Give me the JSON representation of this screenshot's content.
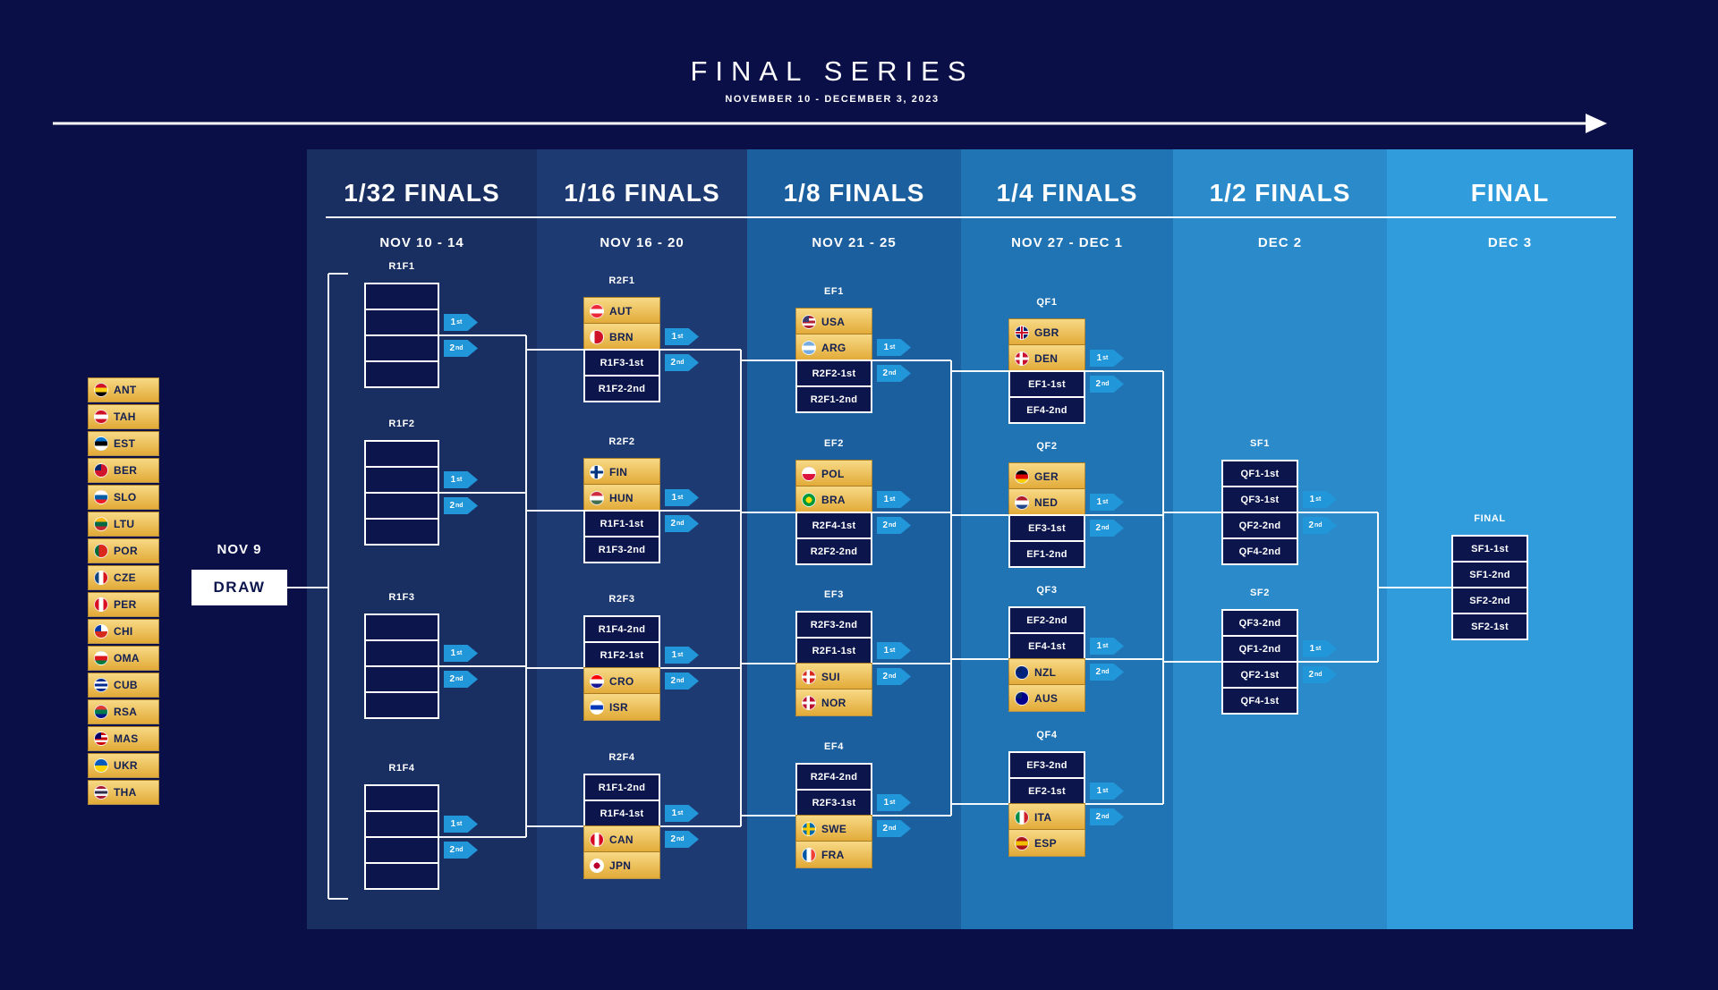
{
  "header": {
    "title": "FINAL SERIES",
    "subtitle": "NOVEMBER 10 - DECEMBER 3, 2023"
  },
  "entry": {
    "date": "NOV 9",
    "label": "DRAW"
  },
  "tags": {
    "first": "1st",
    "second": "2nd"
  },
  "teams": [
    {
      "code": "ANT"
    },
    {
      "code": "TAH"
    },
    {
      "code": "EST"
    },
    {
      "code": "BER"
    },
    {
      "code": "SLO"
    },
    {
      "code": "LTU"
    },
    {
      "code": "POR"
    },
    {
      "code": "CZE"
    },
    {
      "code": "PER"
    },
    {
      "code": "CHI"
    },
    {
      "code": "OMA"
    },
    {
      "code": "CUB"
    },
    {
      "code": "RSA"
    },
    {
      "code": "MAS"
    },
    {
      "code": "UKR"
    },
    {
      "code": "THA"
    }
  ],
  "columns": [
    {
      "label": "1/32 FINALS",
      "dates": "NOV 10 - 14",
      "groups": [
        {
          "id": "R1F1",
          "rows": [
            {},
            {},
            {},
            {}
          ]
        },
        {
          "id": "R1F2",
          "rows": [
            {},
            {},
            {},
            {}
          ]
        },
        {
          "id": "R1F3",
          "rows": [
            {},
            {},
            {},
            {}
          ]
        },
        {
          "id": "R1F4",
          "rows": [
            {},
            {},
            {},
            {}
          ]
        }
      ]
    },
    {
      "label": "1/16 FINALS",
      "dates": "NOV 16 - 20",
      "groups": [
        {
          "id": "R2F1",
          "rows": [
            {
              "team": "AUT"
            },
            {
              "team": "BRN"
            },
            {
              "slot": "R1F3-1st"
            },
            {
              "slot": "R1F2-2nd"
            }
          ]
        },
        {
          "id": "R2F2",
          "rows": [
            {
              "team": "FIN"
            },
            {
              "team": "HUN"
            },
            {
              "slot": "R1F1-1st"
            },
            {
              "slot": "R1F3-2nd"
            }
          ]
        },
        {
          "id": "R2F3",
          "rows": [
            {
              "slot": "R1F4-2nd"
            },
            {
              "slot": "R1F2-1st"
            },
            {
              "team": "CRO"
            },
            {
              "team": "ISR"
            }
          ]
        },
        {
          "id": "R2F4",
          "rows": [
            {
              "slot": "R1F1-2nd"
            },
            {
              "slot": "R1F4-1st"
            },
            {
              "team": "CAN"
            },
            {
              "team": "JPN"
            }
          ]
        }
      ]
    },
    {
      "label": "1/8 FINALS",
      "dates": "NOV 21 - 25",
      "groups": [
        {
          "id": "EF1",
          "rows": [
            {
              "team": "USA"
            },
            {
              "team": "ARG"
            },
            {
              "slot": "R2F2-1st"
            },
            {
              "slot": "R2F1-2nd"
            }
          ]
        },
        {
          "id": "EF2",
          "rows": [
            {
              "team": "POL"
            },
            {
              "team": "BRA"
            },
            {
              "slot": "R2F4-1st"
            },
            {
              "slot": "R2F2-2nd"
            }
          ]
        },
        {
          "id": "EF3",
          "rows": [
            {
              "slot": "R2F3-2nd"
            },
            {
              "slot": "R2F1-1st"
            },
            {
              "team": "SUI"
            },
            {
              "team": "NOR"
            }
          ]
        },
        {
          "id": "EF4",
          "rows": [
            {
              "slot": "R2F4-2nd"
            },
            {
              "slot": "R2F3-1st"
            },
            {
              "team": "SWE"
            },
            {
              "team": "FRA"
            }
          ]
        }
      ]
    },
    {
      "label": "1/4 FINALS",
      "dates": "NOV 27 - DEC 1",
      "groups": [
        {
          "id": "QF1",
          "rows": [
            {
              "team": "GBR"
            },
            {
              "team": "DEN"
            },
            {
              "slot": "EF1-1st"
            },
            {
              "slot": "EF4-2nd"
            }
          ]
        },
        {
          "id": "QF2",
          "rows": [
            {
              "team": "GER"
            },
            {
              "team": "NED"
            },
            {
              "slot": "EF3-1st"
            },
            {
              "slot": "EF1-2nd"
            }
          ]
        },
        {
          "id": "QF3",
          "rows": [
            {
              "slot": "EF2-2nd"
            },
            {
              "slot": "EF4-1st"
            },
            {
              "team": "NZL"
            },
            {
              "team": "AUS"
            }
          ]
        },
        {
          "id": "QF4",
          "rows": [
            {
              "slot": "EF3-2nd"
            },
            {
              "slot": "EF2-1st"
            },
            {
              "team": "ITA"
            },
            {
              "team": "ESP"
            }
          ]
        }
      ]
    },
    {
      "label": "1/2 FINALS",
      "dates": "DEC 2",
      "groups": [
        {
          "id": "SF1",
          "rows": [
            {
              "slot": "QF1-1st"
            },
            {
              "slot": "QF3-1st"
            },
            {
              "slot": "QF2-2nd"
            },
            {
              "slot": "QF4-2nd"
            }
          ]
        },
        {
          "id": "SF2",
          "rows": [
            {
              "slot": "QF3-2nd"
            },
            {
              "slot": "QF1-2nd"
            },
            {
              "slot": "QF2-1st"
            },
            {
              "slot": "QF4-1st"
            }
          ]
        }
      ]
    },
    {
      "label": "FINAL",
      "dates": "DEC 3",
      "groups": [
        {
          "id": "FINAL",
          "rows": [
            {
              "slot": "SF1-1st"
            },
            {
              "slot": "SF1-2nd"
            },
            {
              "slot": "SF2-2nd"
            },
            {
              "slot": "SF2-1st"
            }
          ]
        }
      ]
    }
  ],
  "colors": {
    "background": "#0a1047",
    "column_backgrounds": [
      "#192f62",
      "#1e3a72",
      "#1c5f9f",
      "#2074b4",
      "#2a8aca",
      "#319cdb"
    ],
    "gold_top": "#f7d985",
    "gold_bottom": "#e2aa37",
    "slot_fill": "#0c164d",
    "tag_blue": "#2196d8",
    "line": "#ffffff"
  },
  "flags": {
    "ANT": {
      "t": "h",
      "c": [
        "#ce1126",
        "#fcd116",
        "#000000"
      ]
    },
    "TAH": {
      "t": "h",
      "c": [
        "#ce1126",
        "#ffffff",
        "#ce1126"
      ]
    },
    "EST": {
      "t": "h",
      "c": [
        "#0072ce",
        "#000000",
        "#ffffff"
      ]
    },
    "BER": {
      "t": "h",
      "c": [
        "#cf142b"
      ],
      "canton": "#012169"
    },
    "SLO": {
      "t": "h",
      "c": [
        "#ffffff",
        "#005da4",
        "#ed1c24"
      ]
    },
    "LTU": {
      "t": "h",
      "c": [
        "#fdb913",
        "#006a44",
        "#c1272d"
      ]
    },
    "POR": {
      "t": "v",
      "c": [
        "#046a38",
        "#da291c",
        "#da291c"
      ]
    },
    "CZE": {
      "t": "v",
      "c": [
        "#11457e",
        "#ffffff",
        "#d7141a"
      ]
    },
    "PER": {
      "t": "v",
      "c": [
        "#d91023",
        "#ffffff",
        "#d91023"
      ]
    },
    "CHI": {
      "t": "h",
      "c": [
        "#ffffff",
        "#d52b1e"
      ],
      "canton": "#0039a6"
    },
    "OMA": {
      "t": "h",
      "c": [
        "#ffffff",
        "#db161b",
        "#007a3d"
      ]
    },
    "CUB": {
      "t": "h",
      "c": [
        "#002a8f",
        "#ffffff",
        "#002a8f",
        "#ffffff",
        "#002a8f"
      ]
    },
    "RSA": {
      "t": "h",
      "c": [
        "#de3831",
        "#007a4d",
        "#001489"
      ]
    },
    "MAS": {
      "t": "h",
      "c": [
        "#cc0001",
        "#ffffff",
        "#cc0001",
        "#ffffff",
        "#cc0001"
      ],
      "canton": "#010066"
    },
    "UKR": {
      "t": "h",
      "c": [
        "#005bbb",
        "#ffd500"
      ]
    },
    "THA": {
      "t": "h",
      "c": [
        "#a51931",
        "#f4f5f8",
        "#2d2a4a",
        "#f4f5f8",
        "#a51931"
      ]
    },
    "AUT": {
      "t": "h",
      "c": [
        "#ed2939",
        "#ffffff",
        "#ed2939"
      ]
    },
    "BRN": {
      "t": "v",
      "c": [
        "#ffffff",
        "#ce1126",
        "#ce1126"
      ]
    },
    "FIN": {
      "t": "cross",
      "c": [
        "#ffffff"
      ],
      "cross": "#003580"
    },
    "HUN": {
      "t": "h",
      "c": [
        "#cd2a3e",
        "#ffffff",
        "#436f4d"
      ]
    },
    "CRO": {
      "t": "h",
      "c": [
        "#ff0000",
        "#ffffff",
        "#171796"
      ]
    },
    "ISR": {
      "t": "h",
      "c": [
        "#ffffff",
        "#0038b8",
        "#ffffff"
      ]
    },
    "CAN": {
      "t": "v",
      "c": [
        "#d80621",
        "#ffffff",
        "#d80621"
      ]
    },
    "JPN": {
      "t": "disc",
      "c": [
        "#ffffff"
      ],
      "dot": "#bc002d"
    },
    "USA": {
      "t": "h",
      "c": [
        "#b22234",
        "#ffffff",
        "#b22234",
        "#ffffff",
        "#b22234"
      ],
      "canton": "#3c3b6e"
    },
    "ARG": {
      "t": "h",
      "c": [
        "#74acdf",
        "#ffffff",
        "#74acdf"
      ]
    },
    "POL": {
      "t": "h",
      "c": [
        "#ffffff",
        "#dc143c"
      ]
    },
    "BRA": {
      "t": "disc",
      "c": [
        "#009739"
      ],
      "dot": "#fedd00"
    },
    "SUI": {
      "t": "cross",
      "c": [
        "#d52b1e"
      ],
      "cross": "#ffffff"
    },
    "NOR": {
      "t": "cross",
      "c": [
        "#ba0c2f"
      ],
      "cross": "#ffffff"
    },
    "SWE": {
      "t": "cross",
      "c": [
        "#006aa7"
      ],
      "cross": "#fecc02"
    },
    "FRA": {
      "t": "v",
      "c": [
        "#0055a4",
        "#ffffff",
        "#ef4135"
      ]
    },
    "GBR": {
      "t": "uj",
      "c": [
        "#012169"
      ],
      "cross": "#ffffff",
      "cross2": "#c8102e"
    },
    "DEN": {
      "t": "cross",
      "c": [
        "#c8102e"
      ],
      "cross": "#ffffff"
    },
    "GER": {
      "t": "h",
      "c": [
        "#000000",
        "#dd0000",
        "#ffce00"
      ]
    },
    "NED": {
      "t": "h",
      "c": [
        "#ae1c28",
        "#ffffff",
        "#21468b"
      ]
    },
    "NZL": {
      "t": "h",
      "c": [
        "#00247d"
      ],
      "canton": "#012169"
    },
    "AUS": {
      "t": "h",
      "c": [
        "#00008b"
      ],
      "canton": "#012169"
    },
    "ITA": {
      "t": "v",
      "c": [
        "#008c45",
        "#ffffff",
        "#cd212a"
      ]
    },
    "ESP": {
      "t": "h",
      "c": [
        "#aa151b",
        "#f1bf00",
        "#aa151b"
      ]
    }
  }
}
